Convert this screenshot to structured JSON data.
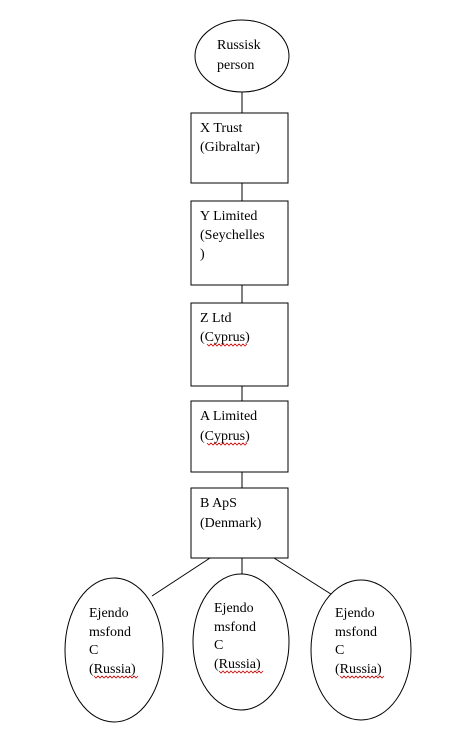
{
  "nodes": {
    "person": {
      "lines": [
        "Russisk",
        "person"
      ]
    },
    "trust": {
      "lines": [
        "X Trust",
        "(Gibraltar)"
      ]
    },
    "y_limited": {
      "lines": [
        "Y Limited",
        "(Seychelles",
        ")"
      ]
    },
    "z_ltd": {
      "lines": [
        "Z Ltd",
        "(Cyprus)"
      ]
    },
    "a_limited": {
      "lines": [
        "A Limited",
        "(Cyprus)"
      ]
    },
    "b_aps": {
      "lines": [
        "B ApS",
        "(Denmark)"
      ]
    },
    "fund_1": {
      "lines": [
        "Ejendo",
        "msfond",
        "C",
        "(Russia)"
      ]
    },
    "fund_2": {
      "lines": [
        "Ejendo",
        "msfond",
        "C",
        "(Russia)"
      ]
    },
    "fund_3": {
      "lines": [
        "Ejendo",
        "msfond",
        "C",
        "(Russia)"
      ]
    }
  },
  "colors": {
    "stroke": "#000000",
    "fill": "#ffffff",
    "spellcheck": "#cc0000"
  }
}
